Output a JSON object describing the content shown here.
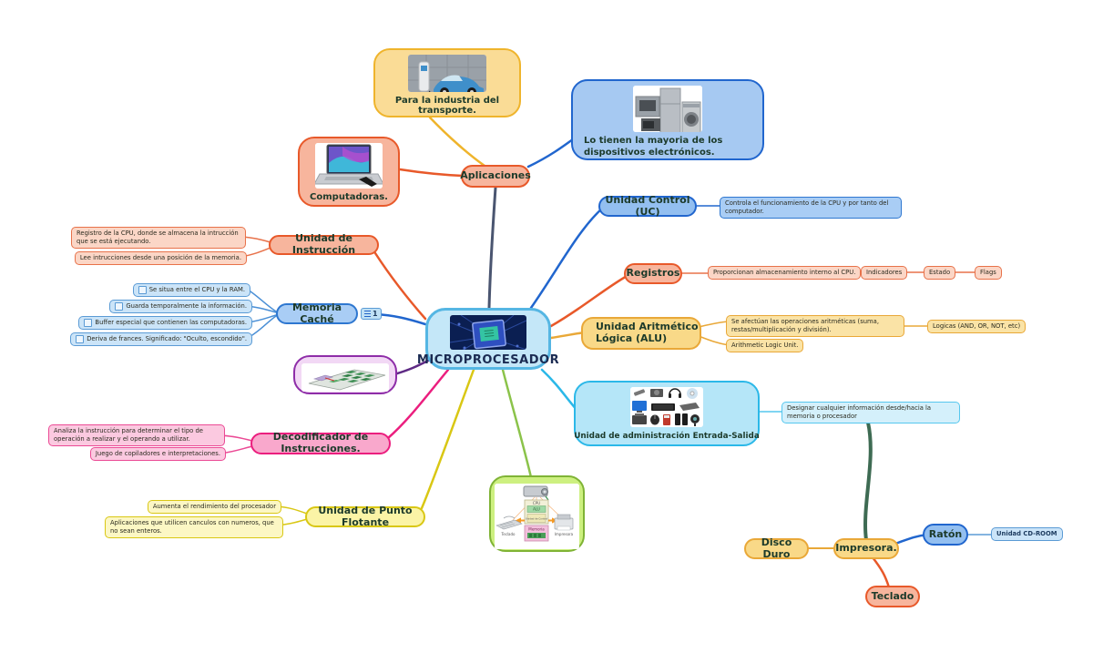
{
  "center": {
    "label": "MICROPROCESADOR"
  },
  "aplicaciones": {
    "label": "Aplicaciones",
    "transporte_caption": "Para la industria del transporte.",
    "computadoras_caption": "Computadoras.",
    "dispositivos_caption": "Lo tienen la mayoria de los dispositivos electrónicos."
  },
  "unidad_control": {
    "label": "Unidad Control (UC)",
    "note": "Controla el funcionamiento de la CPU y por tanto del computador."
  },
  "registros": {
    "label": "Registros",
    "note": "Proporcionan almacenamiento interno al CPU.",
    "chain": [
      "Indicadores",
      "Estado",
      "Flags"
    ]
  },
  "alu": {
    "label": "Unidad Aritmético Lógica (ALU)",
    "note_operaciones": "Se afectúan las operaciones aritméticas (suma, restas/multiplicación y división).",
    "note_logicas": "Logicas (AND, OR, NOT, etc)",
    "note_nombre": "Arithmetic Logic Unit."
  },
  "entrada_salida": {
    "label": "Unidad de administración Entrada-Salida",
    "note": "Designar cualquier información desde/hacia la memoria o procesador"
  },
  "memoria_cache": {
    "label": "Memoria Caché",
    "badge_count": "1",
    "notes": [
      "Se situa entre el CPU y la RAM.",
      "Guarda temporalmente la información.",
      "Buffer especial que contienen las computadoras.",
      "Deriva de frances. Significado: \"Oculto, escondido\"."
    ]
  },
  "unidad_instruccion": {
    "label": "Unidad de Instrucción",
    "notes": [
      "Registro de la CPU, donde se almacena la intrucción que se está ejecutando.",
      "Lee intrucciones desde una posición de la memoria."
    ]
  },
  "decodificador": {
    "label": "Decodificador de Instrucciones.",
    "notes": [
      "Analiza la instrucción para determinar el tipo de operación a realizar y el operando a utilizar.",
      "Juego de copiladores e interpretaciones."
    ]
  },
  "punto_flotante": {
    "label": "Unidad de Punto Flotante",
    "notes": [
      "Aumenta el rendimiento del procesador",
      "Aplicaciones que utilicen canculos con numeros, que no sean enteros."
    ]
  },
  "diagrama": {
    "labels": {
      "cpu": "CPU",
      "alu": "ALU",
      "unidad_control": "Unidad de Control",
      "memoria": "Memoria",
      "teclado": "Teclado",
      "impresora": "Impresora"
    }
  },
  "perifericos": {
    "impresora": "Impresora.",
    "disco_duro": "Disco Duro",
    "raton": "Ratón",
    "cd_room": "Unidad CD-ROOM",
    "teclado": "Teclado"
  },
  "colors": {
    "branch_aplicaciones": "#4A5570",
    "branch_blue": "#2166CE",
    "branch_orange": "#E8592A",
    "branch_gold": "#E9A838",
    "branch_cyan": "#2BB8E8",
    "branch_purple": "#5E2A84",
    "branch_pink": "#EB1E7E",
    "branch_lemon": "#D9C714",
    "branch_green": "#8BC34A",
    "branch_darkgreen": "#3E6B53"
  }
}
